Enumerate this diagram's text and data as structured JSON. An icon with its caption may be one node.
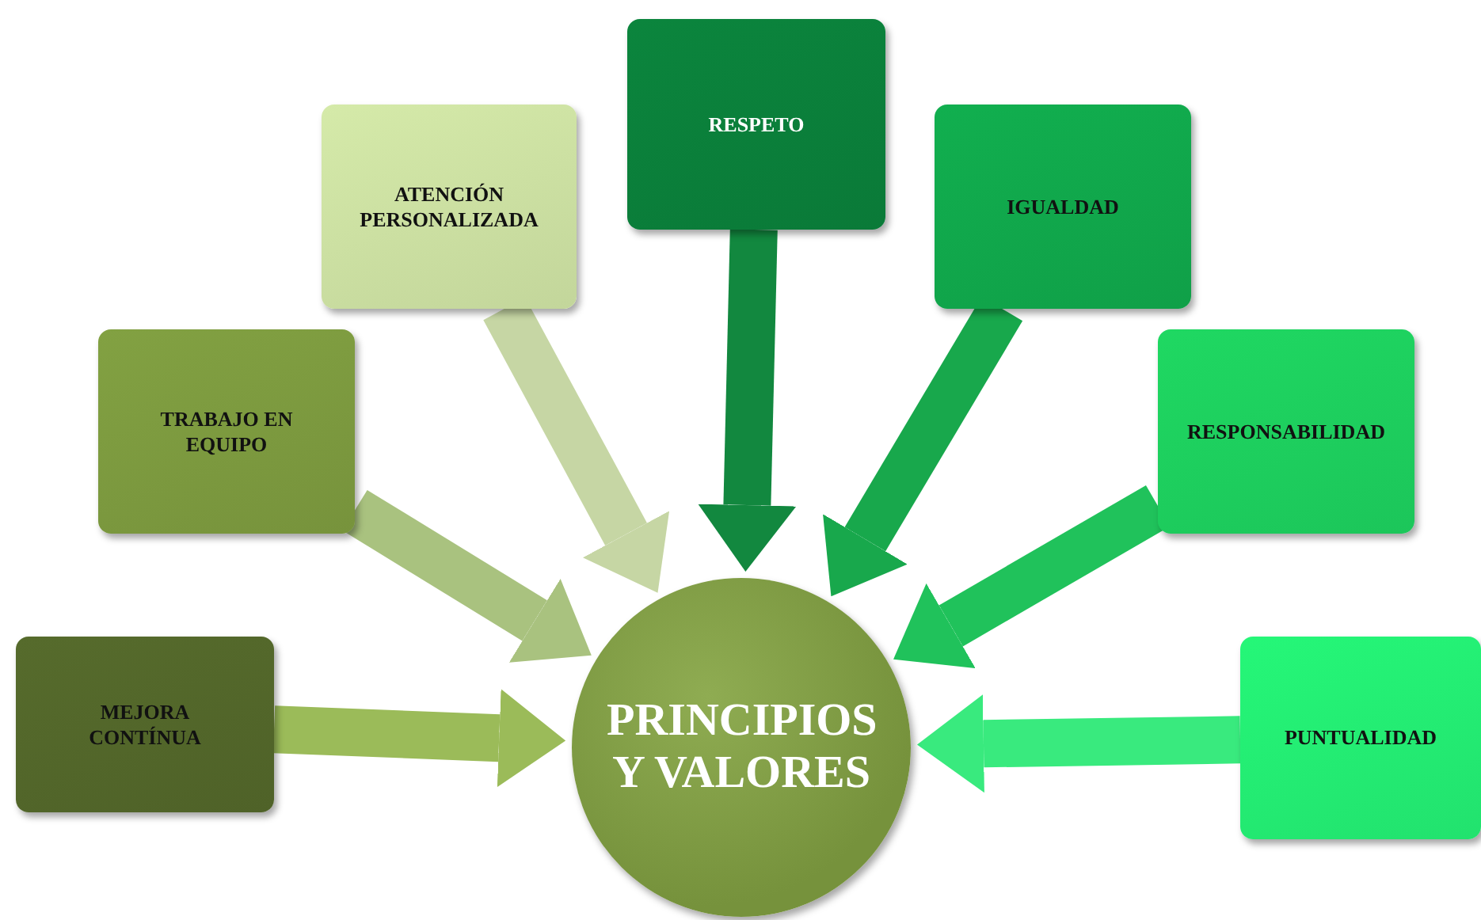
{
  "diagram": {
    "nodes": [
      {
        "text": [
          "MEJORA CONTÍNUA"
        ]
      },
      {
        "text": [
          "TRABAJO EN EQUIPO"
        ]
      },
      {
        "text": [
          "ATENCIÓN PERSONALIZADA"
        ]
      },
      {
        "text": [
          "RESPETO"
        ]
      },
      {
        "text": [
          "IGUALDAD"
        ]
      },
      {
        "text": [
          "RESPONSABILIDAD"
        ]
      },
      {
        "text": [
          "PUNTUALIDAD"
        ]
      },
      {
        "text": [
          "PRINCIPIOS Y VALORES"
        ]
      }
    ],
    "edges": [
      {
        "from": 0,
        "to": 7,
        "arrow": "to",
        "color": "#9bbb59"
      },
      {
        "from": 1,
        "to": 7,
        "arrow": "to",
        "color": "#a9c27f"
      },
      {
        "from": 2,
        "to": 7,
        "arrow": "to",
        "color": "#c6d6a4"
      },
      {
        "from": 3,
        "to": 7,
        "arrow": "to",
        "color": "#12883f"
      },
      {
        "from": 4,
        "to": 7,
        "arrow": "to",
        "color": "#18a84c"
      },
      {
        "from": 5,
        "to": 7,
        "arrow": "to",
        "color": "#20c25b"
      },
      {
        "from": 6,
        "to": 7,
        "arrow": "to",
        "color": "#39ea7e"
      }
    ]
  }
}
